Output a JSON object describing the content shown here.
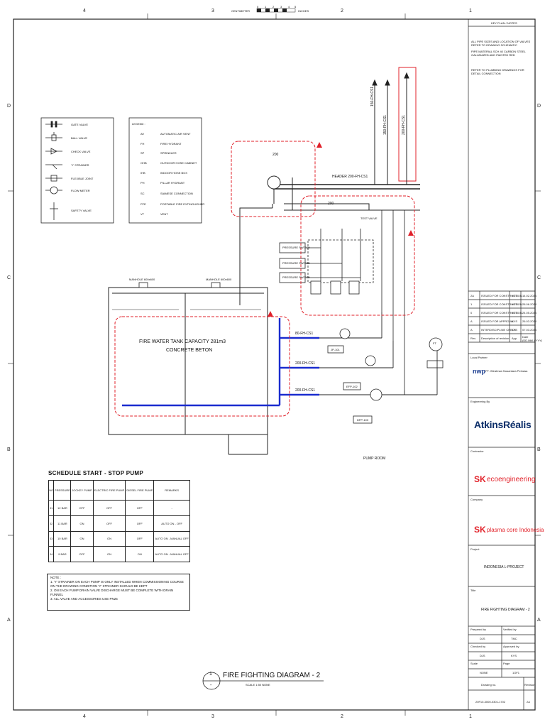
{
  "border": {
    "columns": [
      "4",
      "3",
      "2",
      "1"
    ],
    "rows": [
      "D",
      "C",
      "B",
      "A"
    ]
  },
  "scale_bar": {
    "left": "CENTIMETER",
    "right": "INCHES",
    "ticks": [
      "0",
      "1",
      "2",
      "3",
      "4",
      "5"
    ]
  },
  "legend_symbols": {
    "items": [
      "GATE VALVE",
      "BALL VALVE",
      "CHECK VALVE",
      "'Y' STRAINER",
      "FLEXIBLE JOINT",
      "FLOW METER",
      "SAFETY VALVE"
    ]
  },
  "abbreviations": {
    "title": "LEGEND :",
    "items": [
      {
        "code": "AV",
        "desc": "AUTOMATIC AIR VENT"
      },
      {
        "code": "FH",
        "desc": "FIRE HYDRANT"
      },
      {
        "code": "SP",
        "desc": "SPRINKLER"
      },
      {
        "code": "OHB",
        "desc": "OUTDOOR HOSE CABINET"
      },
      {
        "code": "IHB",
        "desc": "INDOOR HOSE BOX"
      },
      {
        "code": "PH",
        "desc": "PILLAR HYDRANT"
      },
      {
        "code": "SC",
        "desc": "SIAMESE CONNECTION"
      },
      {
        "code": "PFE",
        "desc": "PORTABLE FIRE EXTINGUISHER"
      },
      {
        "code": "VT",
        "desc": "VENT"
      }
    ]
  },
  "key_plan": {
    "title": "KEY PLAN / NOTES",
    "notes": [
      "ALL PIPE SIZES AND LOCATION OF VALVES REFER TO DRAWING SCHEMATIC",
      "PIPE MATERIAL SCH 40 CARBON STEEL GALVANIZED AND PAINTED RED",
      "REFER TO PLUMBING DRAWINGS FOR DETAIL CONNECTION"
    ]
  },
  "diagram": {
    "header_label": "HEADER 200-FH-CS1",
    "riser_labels": [
      "150-FH-CS1",
      "150-FH-CS1",
      "200-FH-CS1"
    ],
    "size_200": "200",
    "test_valve": "TEST VALVE",
    "manhole_left": "MANHOLE 600x600",
    "manhole_right": "MANHOLE 600x600",
    "tank_line1": "FIRE WATER TANK CAPACITY 281m3",
    "tank_line2": "CONCRETE BETON",
    "suction_labels": [
      "80-FH-CS1",
      "200-FH-CS1",
      "200-FH-CS1"
    ],
    "pumps": [
      "JP-101",
      "EFP-102",
      "DFP-103"
    ],
    "pump_room": "PUMP ROOM",
    "fire_tank_label": "FT",
    "pressure_switches": [
      "PRESSURE SWITCH",
      "PRESSURE SWITCH",
      "PRESSURE SWITCH"
    ]
  },
  "schedule": {
    "title": "SCHEDULE START - STOP PUMP",
    "headers": [
      "NO",
      "PRESSURE",
      "JOCKEY PUMP",
      "ELECTRIC FIRE PUMP",
      "DIESEL FIRE PUMP",
      "REMARKS"
    ],
    "rows": [
      [
        "01",
        "12 BAR",
        "OFF",
        "OFF",
        "OFF",
        "-"
      ],
      [
        "02",
        "11 BAR",
        "ON",
        "OFF",
        "OFF",
        "AUTO ON - OFF"
      ],
      [
        "03",
        "10 BAR",
        "ON",
        "ON",
        "OFF",
        "AUTO ON - MANUAL OFF"
      ],
      [
        "04",
        "9 BAR",
        "OFF",
        "ON",
        "ON",
        "AUTO ON - MANUAL OFF"
      ]
    ]
  },
  "notes": {
    "title": "NOTE :",
    "items": [
      "1.   'Y' STRAINER ON EACH PUMP IS ONLY INSTALLED WHEN COMMISSIONING COURSE",
      "      ON THE DRAWING CONDITION 'Y' STRAINER SHOULD BE KEPT",
      "2.   ON EACH PUMP DRAIN VALVE DISCHARGE MUST BE COMPLETE WITH DRAIN FUNNEL",
      "3.   ALL VALVE AND ACCESSORIES USE PN25"
    ]
  },
  "drawing_title": {
    "number": "1",
    "ref": "-",
    "title": "FIRE FIGHTING DIAGRAM - 2",
    "scale": "SCALE 1:50 NONE"
  },
  "revisions": [
    {
      "rev": "2A",
      "desc": "ISSUED FOR CONSTRUCTION",
      "by": "KYS",
      "date": "14.02.2024"
    },
    {
      "rev": "1",
      "desc": "ISSUED FOR CONSTRUCTION",
      "by": "KYS",
      "date": "28.06.2024"
    },
    {
      "rev": "0",
      "desc": "ISSUED FOR CONSTRUCTION",
      "by": "KYS",
      "date": "24.05.2024"
    },
    {
      "rev": "A",
      "desc": "ISSUED FOR APPROVAL",
      "by": "KYS",
      "date": "26.03.2024"
    },
    {
      "rev": "A",
      "desc": "INTERDISCIPLINE CHECK",
      "by": "KYS",
      "date": "07.03.2024"
    }
  ],
  "revision_header": {
    "rev": "Rev.",
    "desc": "Description of revision",
    "by": "App.",
    "date": "Date (DD.MM.YYYY)"
  },
  "title_block": {
    "local_partner_label": "Local Partner",
    "local_partner_name": "PT. Wiratman Nusantara Perkasa",
    "engineering_label": "Engineering By",
    "engineering_name": "AtkinsRéalis",
    "contractor_label": "Contractor",
    "contractor_name": "ecoengineering",
    "company_label": "Company",
    "company_name": "plasma core Indonesia",
    "sk": "SK",
    "project_label": "Project",
    "project_name": "INDONESIA L-PROJECT",
    "title_label": "Title",
    "title_name": "FIRE FIGHTING DIAGRAM - 2",
    "prepared_label": "Prepared by",
    "prepared_value": "DJS",
    "verified_label": "Verified by",
    "verified_value": "TMC",
    "checked_label": "Checked by",
    "checked_value": "DJS",
    "approved_label": "Approved by",
    "approved_value": "KYS",
    "scale_label": "Scale",
    "scale_value": "NONE",
    "page_label": "Page",
    "page_value": "1OF1",
    "drawing_label": "Drawing no.",
    "revision_label": "Revision",
    "drawing_no": "20F10-3000-0301-1702",
    "revision_value": "2A"
  },
  "colors": {
    "line": "#222222",
    "cloud": "#e0202a",
    "pipe_blue": "#1a2ccf",
    "sk_red": "#e2232b",
    "sk_orange": "#f39c2b",
    "atkins_blue": "#0d2f6a"
  }
}
